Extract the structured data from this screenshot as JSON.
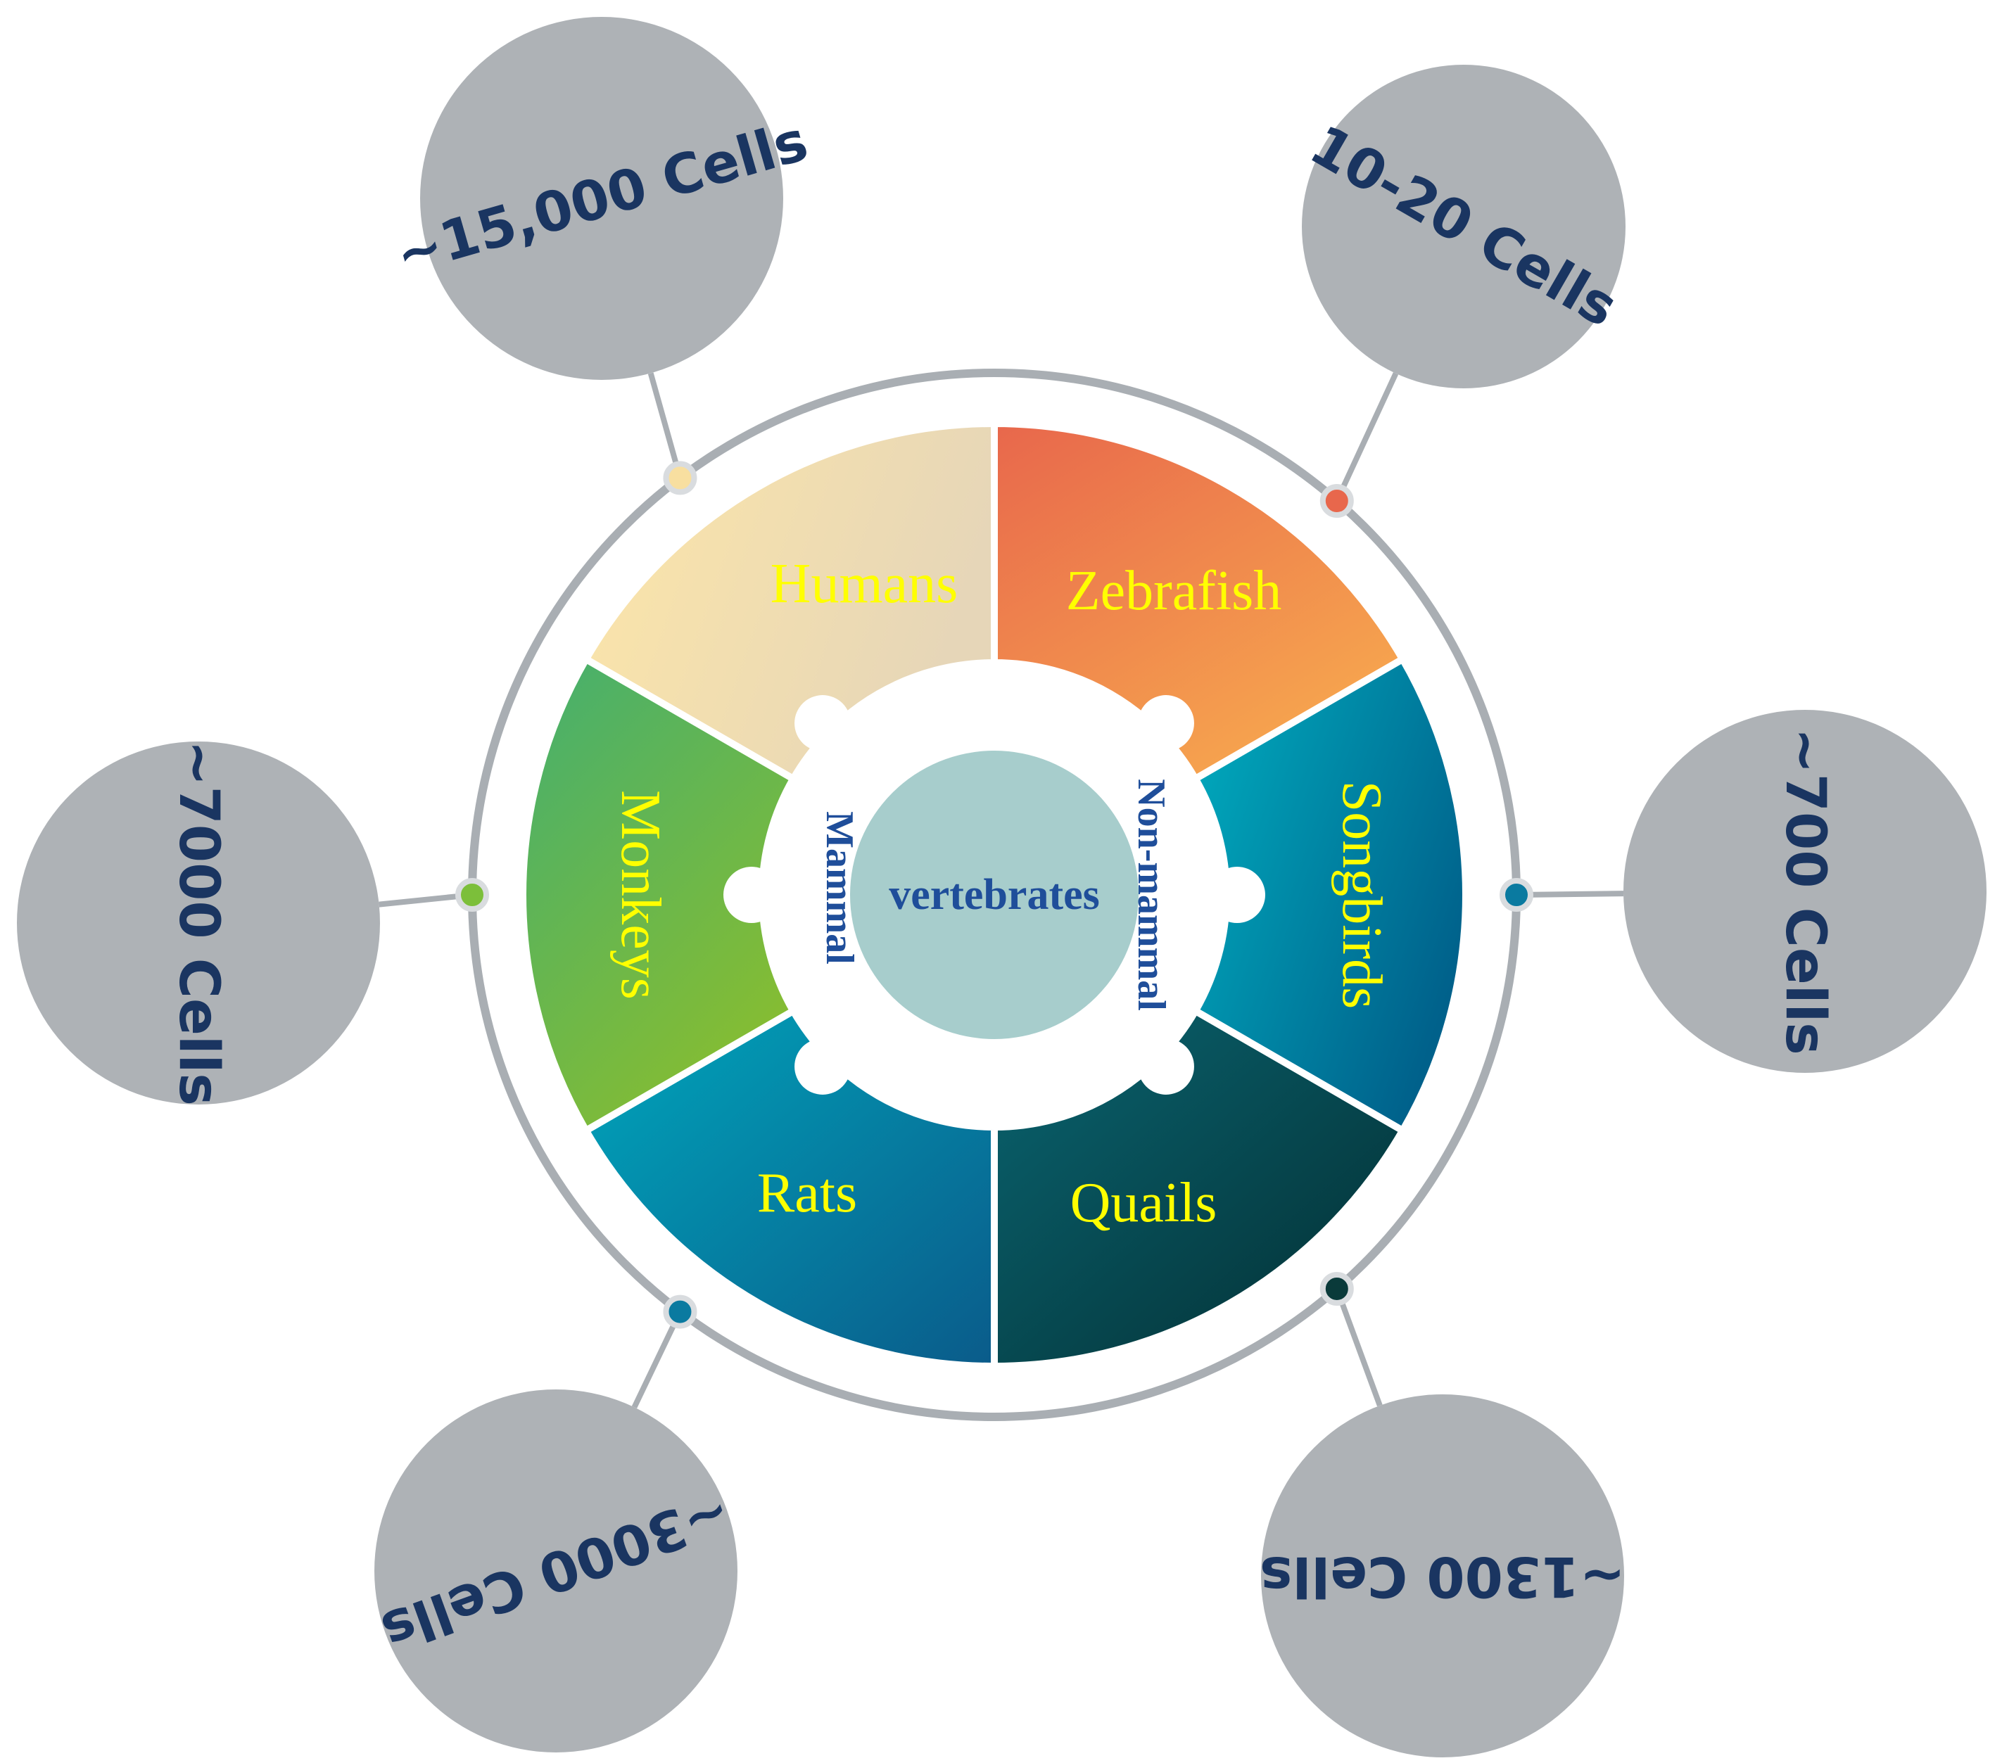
{
  "center": {
    "label": "vertebrates",
    "fill": "#a7cdcc",
    "text_color": "#1f4e9a"
  },
  "groups": [
    {
      "id": "mammal",
      "label": "Mammal"
    },
    {
      "id": "non-mammal",
      "label": "Non-mammal"
    }
  ],
  "segments": [
    {
      "id": "humans",
      "label": "Humans",
      "colors": [
        "#fde6a8",
        "#e6d6b8"
      ],
      "label_color": "#ffff00"
    },
    {
      "id": "zebrafish",
      "label": "Zebrafish",
      "colors": [
        "#e8674c",
        "#f7a84e"
      ],
      "label_color": "#ffff00"
    },
    {
      "id": "songbirds",
      "label": "Songbirds",
      "colors": [
        "#00aec0",
        "#00618b"
      ],
      "label_color": "#ffff00"
    },
    {
      "id": "quails",
      "label": "Quails",
      "colors": [
        "#0a6470",
        "#032e32"
      ],
      "label_color": "#ffff00"
    },
    {
      "id": "rats",
      "label": "Rats",
      "colors": [
        "#00a6bc",
        "#0a5b8a"
      ],
      "label_color": "#ffff00"
    },
    {
      "id": "monkeys",
      "label": "Monkeys",
      "colors": [
        "#4ab06a",
        "#8cbe2c"
      ],
      "label_color": "#ffff00"
    }
  ],
  "cell_counts": [
    {
      "id": "humans",
      "label": "~15,000 Cells",
      "dot_color": "#f8dfa0"
    },
    {
      "id": "zebrafish",
      "label": "10-20 Cells",
      "dot_color": "#e8674c"
    },
    {
      "id": "songbirds",
      "label": "~700 Cells",
      "dot_color": "#0a7aa0"
    },
    {
      "id": "quails",
      "label": "~1300 Cells",
      "dot_color": "#0a3a3a"
    },
    {
      "id": "rats",
      "label": "~3000 Cells",
      "dot_color": "#0a7aa0"
    },
    {
      "id": "monkeys",
      "label": "~7000 Cells",
      "dot_color": "#7cbf3a"
    }
  ],
  "colors": {
    "ring": "#a9aeb3",
    "bubble": "#aeb2b6",
    "bubble_text": "#1a3561"
  }
}
